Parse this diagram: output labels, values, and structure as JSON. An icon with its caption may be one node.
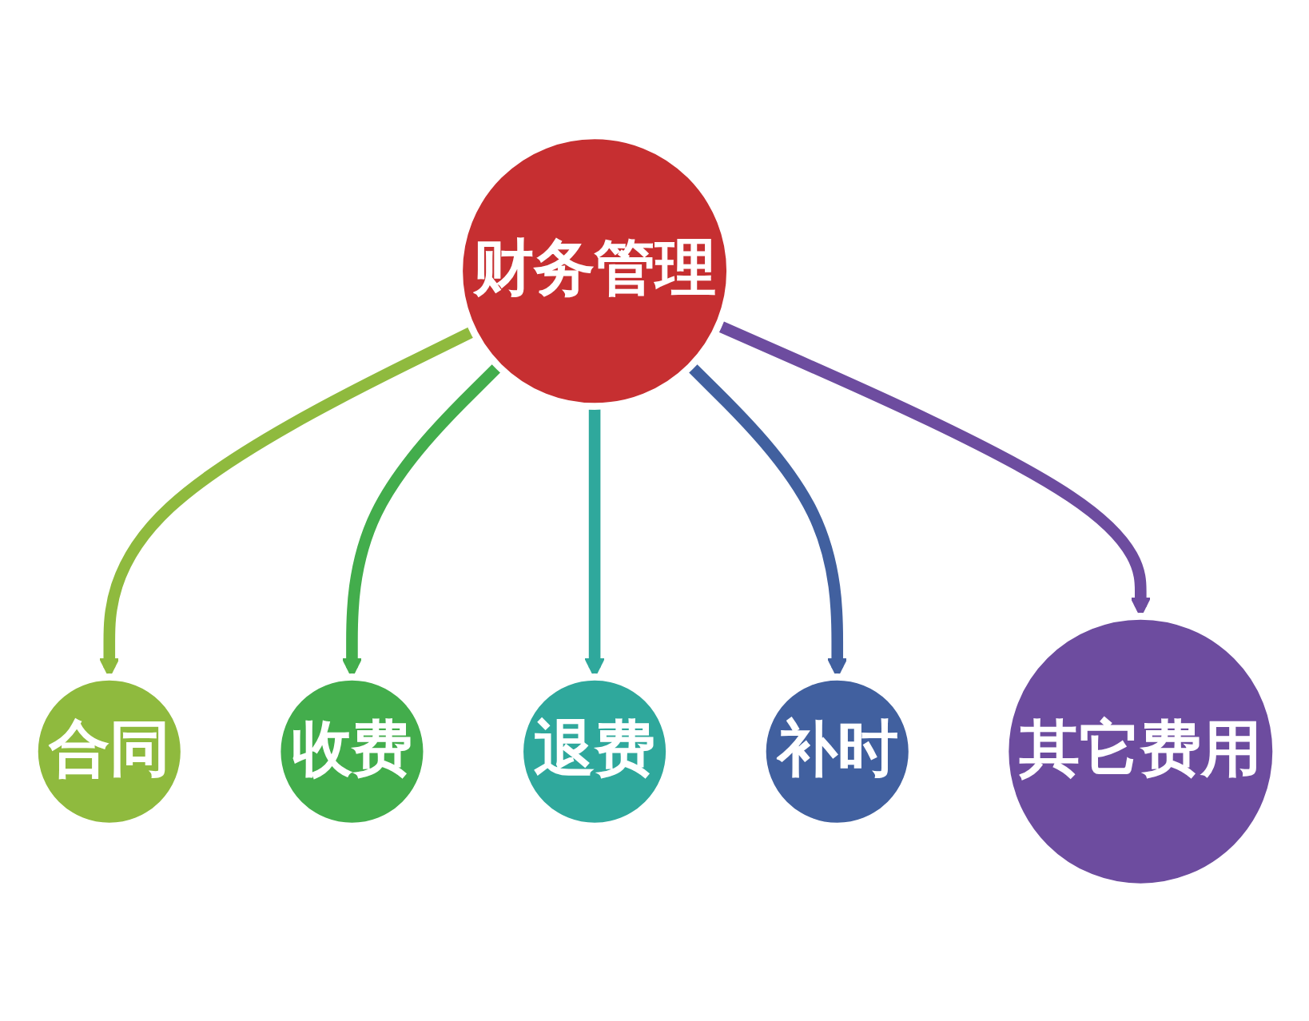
{
  "diagram": {
    "nodes": [
      {
        "text": [
          "财务管理"
        ]
      },
      {
        "text": [
          "合同"
        ]
      },
      {
        "text": [
          "收费"
        ]
      },
      {
        "text": [
          "退费"
        ]
      },
      {
        "text": [
          "补时"
        ]
      },
      {
        "text": [
          "其它费用"
        ]
      }
    ],
    "edges": [
      {
        "from": 0,
        "to": 1,
        "arrow": "to",
        "color": "#8fba3e"
      },
      {
        "from": 0,
        "to": 2,
        "arrow": "to",
        "color": "#43ad4c"
      },
      {
        "from": 0,
        "to": 3,
        "arrow": "to",
        "color": "#2fa89c"
      },
      {
        "from": 0,
        "to": 4,
        "arrow": "to",
        "color": "#41609f"
      },
      {
        "from": 0,
        "to": 5,
        "arrow": "to",
        "color": "#6d4c9f"
      }
    ]
  }
}
